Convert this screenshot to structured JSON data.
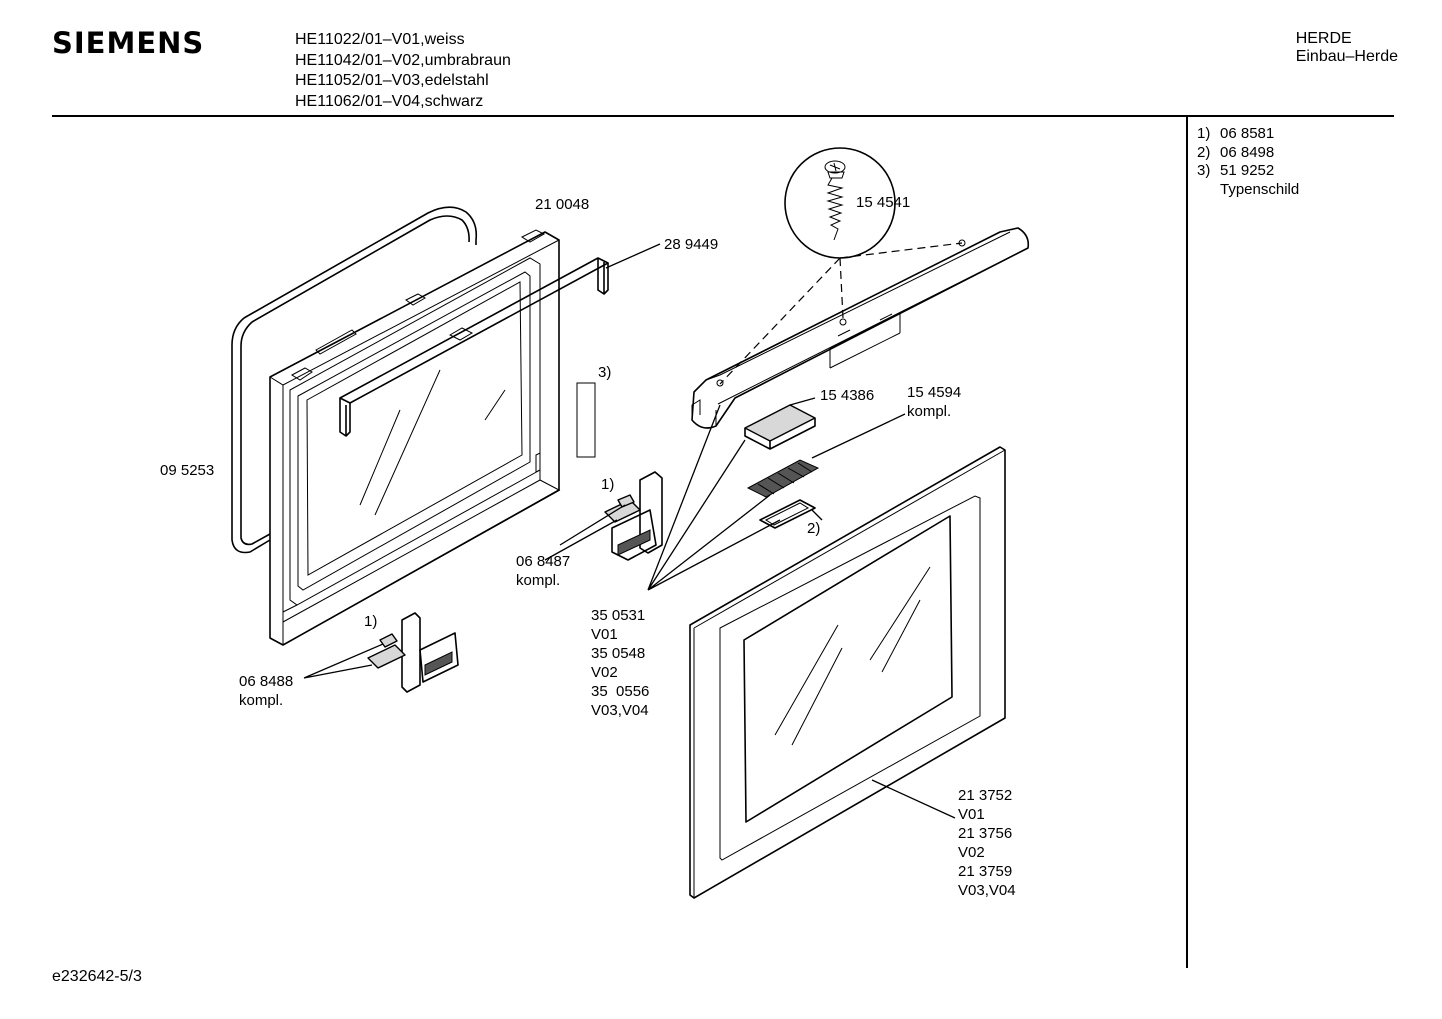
{
  "header": {
    "brand": "SIEMENS",
    "models": [
      "HE11022/01–V01,weiss",
      "HE11042/01–V02,umbrabraun",
      "HE11052/01–V03,edelstahl",
      "HE11062/01–V04,schwarz"
    ],
    "category": "HERDE",
    "subcategory": "Einbau–Herde"
  },
  "legend": [
    {
      "num": "1)",
      "text": "06 8581"
    },
    {
      "num": "2)",
      "text": "06 8498"
    },
    {
      "num": "3)",
      "text": "51 9252"
    },
    {
      "num": "",
      "text": "Typenschild"
    }
  ],
  "parts": {
    "door_frame": "21 0048",
    "bracket": "28 9449",
    "gasket": "09 5253",
    "screw": "15 4541",
    "cover": "15 4386",
    "latch": "15 4594",
    "latch_kompl": "kompl.",
    "typeplate_ref": "3)",
    "hinge_upper_ref": "1)",
    "hinge_upper": "06 8487",
    "hinge_upper_kompl": "kompl.",
    "hinge_lower_ref": "1)",
    "hinge_lower": "06 8488",
    "hinge_lower_kompl": "kompl.",
    "seal_ref": "2)",
    "handle_lines": [
      "35 0531",
      "V01",
      "35 0548",
      "V02",
      "35  0556",
      "V03,V04"
    ],
    "glass_lines": [
      "21 3752",
      "V01",
      "21 3756",
      "V02",
      "21 3759",
      "V03,V04"
    ]
  },
  "footer": {
    "docref": "e232642-5/3"
  }
}
